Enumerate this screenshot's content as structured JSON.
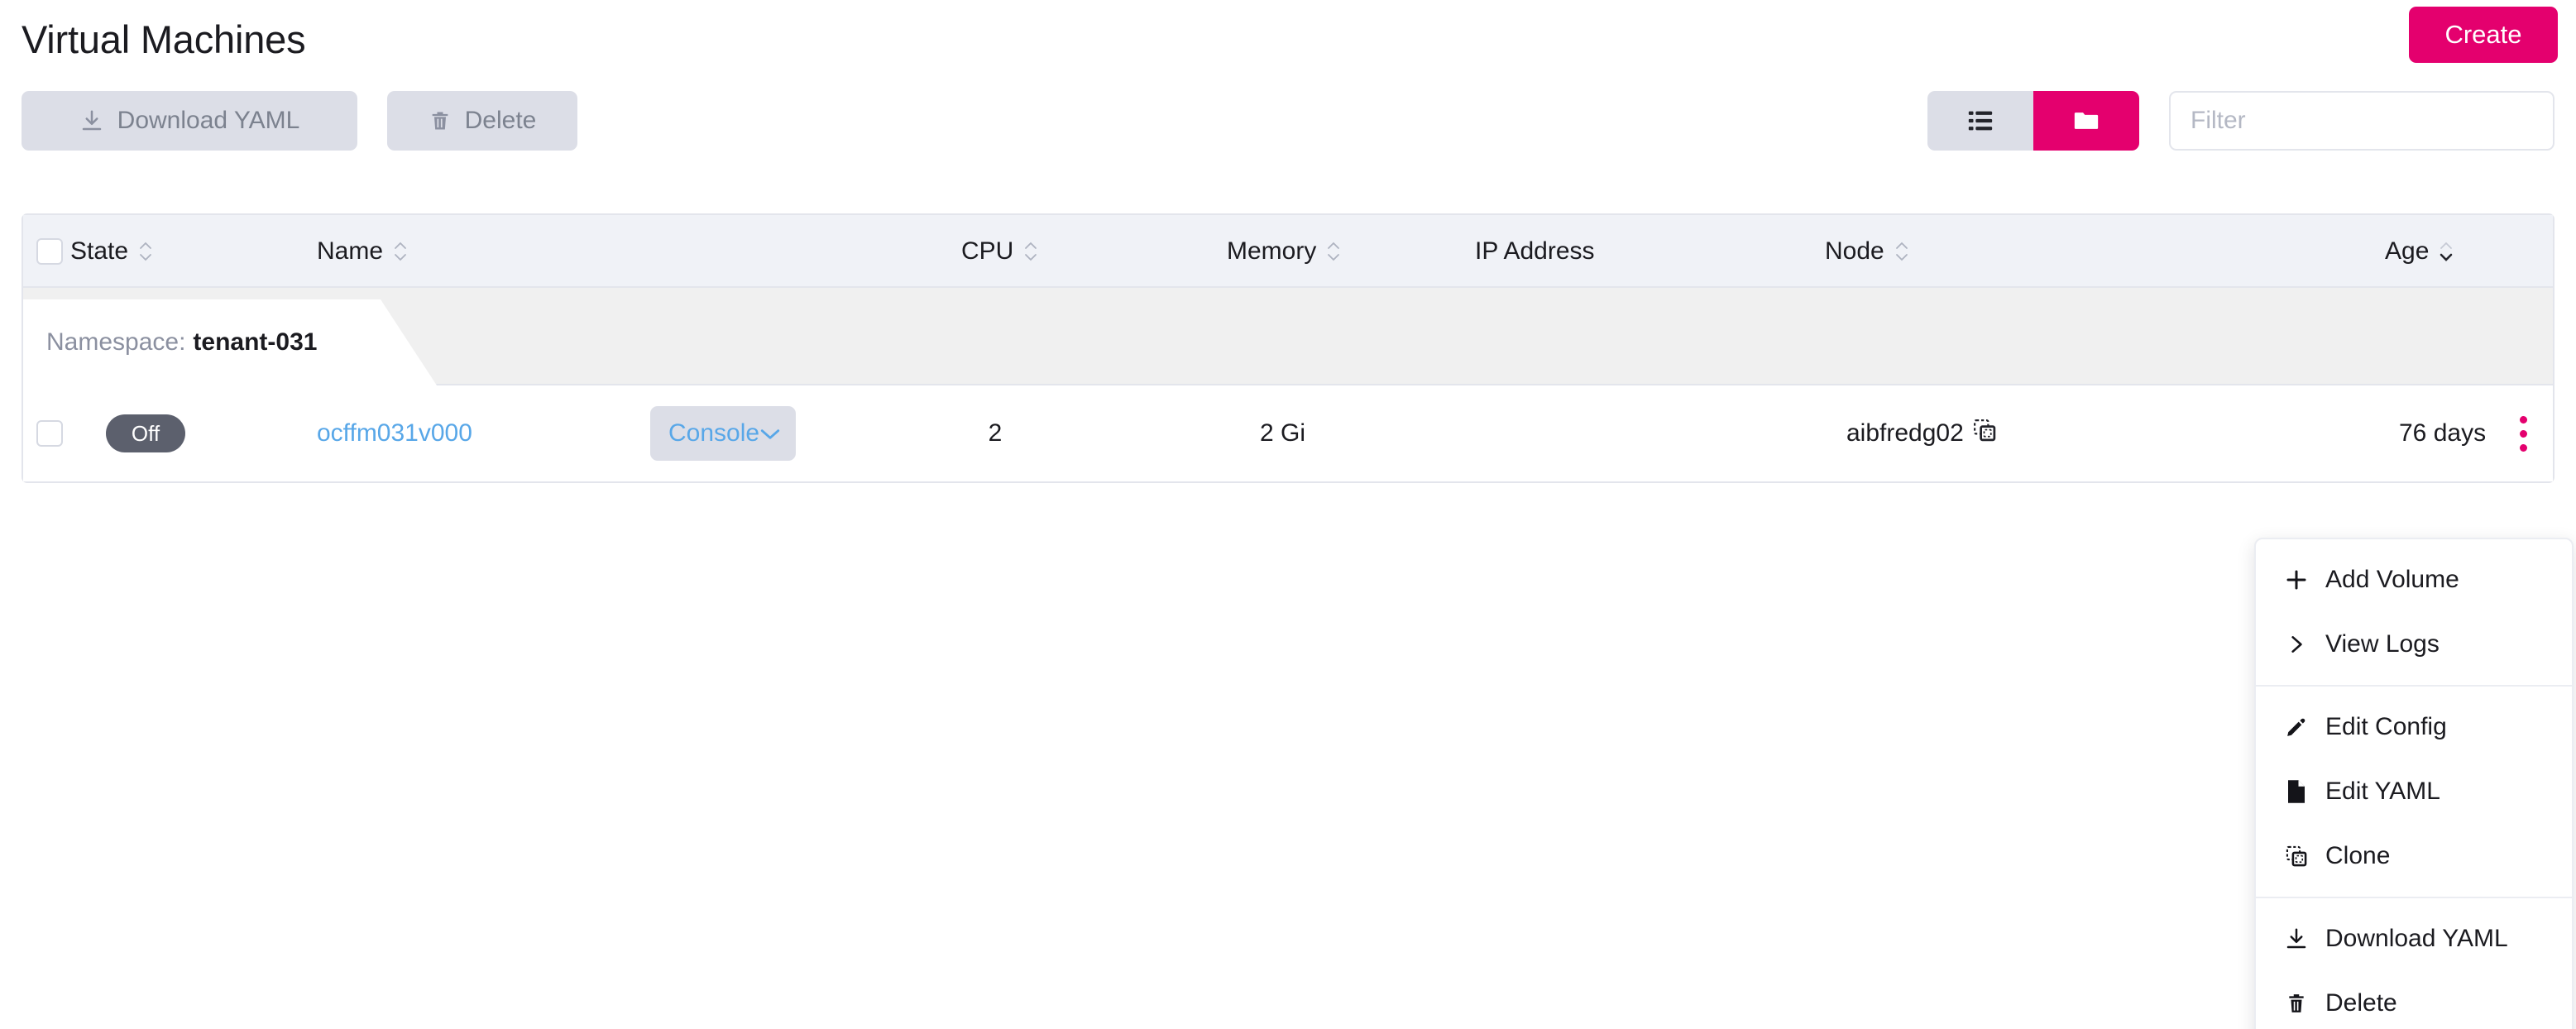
{
  "header": {
    "title": "Virtual Machines",
    "create_label": "Create"
  },
  "toolbar": {
    "download_yaml_label": "Download YAML",
    "delete_label": "Delete",
    "download_icon": "download-icon",
    "delete_icon": "trash-icon",
    "view_list_icon": "list-view-icon",
    "view_group_icon": "folder-view-icon",
    "active_view": "folder-view-icon"
  },
  "search": {
    "placeholder": "Filter",
    "value": ""
  },
  "table": {
    "columns": [
      {
        "label": "State",
        "sortable": true,
        "sorted": "none"
      },
      {
        "label": "Name",
        "sortable": true,
        "sorted": "none"
      },
      {
        "label": "CPU",
        "sortable": true,
        "sorted": "none"
      },
      {
        "label": "Memory",
        "sortable": true,
        "sorted": "none"
      },
      {
        "label": "IP Address",
        "sortable": false,
        "sorted": "none"
      },
      {
        "label": "Node",
        "sortable": true,
        "sorted": "none"
      },
      {
        "label": "Age",
        "sortable": true,
        "sorted": "desc"
      }
    ],
    "group": {
      "label": "Namespace:",
      "value": "tenant-031"
    },
    "rows": [
      {
        "state": "Off",
        "name": "ocffm031v000",
        "console_label": "Console",
        "cpu": "2",
        "memory": "2 Gi",
        "ip_address": "",
        "node": "aibfredg02",
        "age": "76 days"
      }
    ]
  },
  "context_menu": {
    "items": [
      {
        "label": "Add Volume",
        "icon": "plus-icon",
        "divider_after": false
      },
      {
        "label": "View Logs",
        "icon": "chevron-right-icon",
        "divider_after": true
      },
      {
        "label": "Edit Config",
        "icon": "pencil-icon",
        "divider_after": false
      },
      {
        "label": "Edit YAML",
        "icon": "file-icon",
        "divider_after": false
      },
      {
        "label": "Clone",
        "icon": "clone-icon",
        "divider_after": true
      },
      {
        "label": "Download YAML",
        "icon": "download-icon",
        "divider_after": false
      },
      {
        "label": "Delete",
        "icon": "trash-icon",
        "divider_after": false
      }
    ]
  },
  "colors": {
    "accent": "#E4006E",
    "link": "#58A7E8",
    "state_badge": "#5C606D",
    "header_bg": "#F0F2F7",
    "group_band_bg": "#F0F0F0",
    "disabled_btn_bg": "#DCDEE7",
    "border": "#E3E5EC"
  }
}
